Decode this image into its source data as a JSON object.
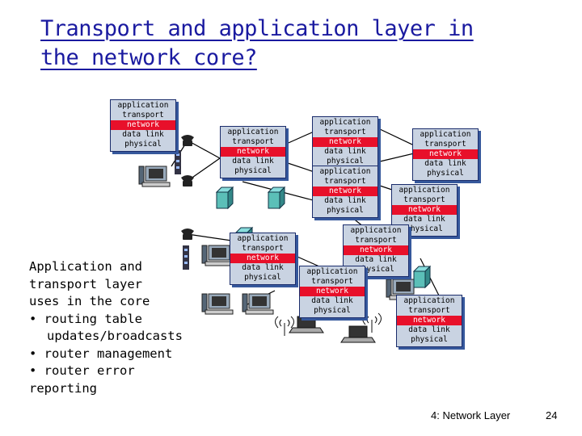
{
  "title": {
    "line1": "Transport and application layer in",
    "line2": "the network core?"
  },
  "protocol_stack": {
    "application": "application",
    "transport": "transport",
    "network": "network",
    "data_link": "data link",
    "physical": "physical"
  },
  "description": {
    "line1": "Application and",
    "line2": "transport layer",
    "line3": "uses in the core",
    "bullets": [
      "• routing table",
      "updates/broadcasts",
      "• router management",
      "• router error reporting"
    ]
  },
  "footer": {
    "chapter": "4: Network Layer",
    "page": "24"
  },
  "colors": {
    "title": "#1a1aa0",
    "network_layer": "#e8102a",
    "stack_bg": "#c9d3e2",
    "stack_border": "#1a2c6b"
  },
  "icons": [
    "telephone-icon",
    "computer-icon",
    "router-icon",
    "server-icon",
    "laptop-icon",
    "wireless-icon"
  ]
}
